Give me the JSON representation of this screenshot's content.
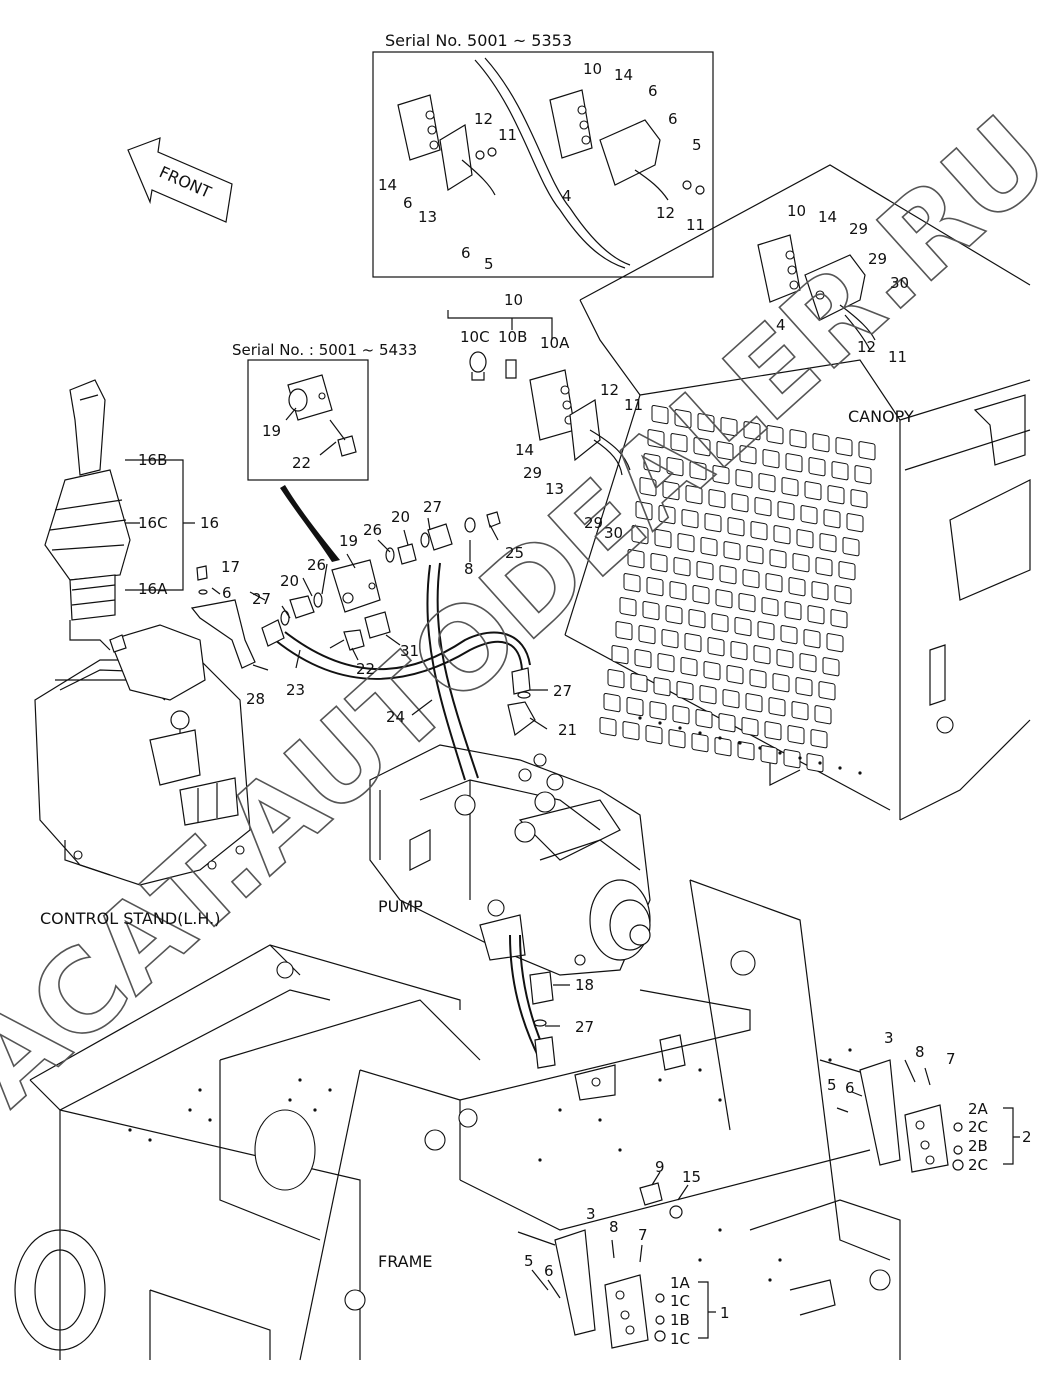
{
  "watermark": "ACAT.AUTODEALER.RU",
  "insets": {
    "top_serial": "Serial No. 5001 ~ 5353",
    "mid_serial": "Serial No. : 5001 ~ 5433"
  },
  "direction": {
    "label": "FRONT"
  },
  "sections": {
    "canopy": "CANOPY",
    "pump": "PUMP",
    "control_stand": "CONTROL STAND(L.H.)",
    "frame": "FRAME"
  },
  "callouts": {
    "c1": "1",
    "c1a": "1A",
    "c1b": "1B",
    "c1c_a": "1C",
    "c1c_b": "1C",
    "c2": "2",
    "c2a": "2A",
    "c2b": "2B",
    "c2c_a": "2C",
    "c2c_b": "2C",
    "c3_a": "3",
    "c3_b": "3",
    "c4_a": "4",
    "c4_b": "4",
    "c5_a": "5",
    "c5_b": "5",
    "c5_c": "5",
    "c5_d": "5",
    "c6_a": "6",
    "c6_b": "6",
    "c6_c": "6",
    "c6_d": "6",
    "c6_e": "6",
    "c6_f": "6",
    "c6_g": "6",
    "c7_a": "7",
    "c7_b": "7",
    "c8_a": "8",
    "c8_b": "8",
    "c8_c": "8",
    "c9": "9",
    "c10_a": "10",
    "c10_b": "10",
    "c10_c": "10",
    "c10a": "10A",
    "c10b": "10B",
    "c10c": "10C",
    "c11_a": "11",
    "c11_b": "11",
    "c11_c": "11",
    "c11_d": "11",
    "c12_a": "12",
    "c12_b": "12",
    "c12_c": "12",
    "c12_d": "12",
    "c13_a": "13",
    "c13_b": "13",
    "c14_a": "14",
    "c14_b": "14",
    "c14_c": "14",
    "c14_d": "14",
    "c15": "15",
    "c16": "16",
    "c16a": "16A",
    "c16b": "16B",
    "c16c": "16C",
    "c17": "17",
    "c18": "18",
    "c19_a": "19",
    "c19_b": "19",
    "c20_a": "20",
    "c20_b": "20",
    "c21": "21",
    "c22_a": "22",
    "c22_b": "22",
    "c23": "23",
    "c24": "24",
    "c25": "25",
    "c26_a": "26",
    "c26_b": "26",
    "c27_a": "27",
    "c27_b": "27",
    "c27_c": "27",
    "c27_d": "27",
    "c28": "28",
    "c29_a": "29",
    "c29_b": "29",
    "c29_c": "29",
    "c29_d": "29",
    "c30_a": "30",
    "c30_b": "30",
    "c31": "31"
  }
}
